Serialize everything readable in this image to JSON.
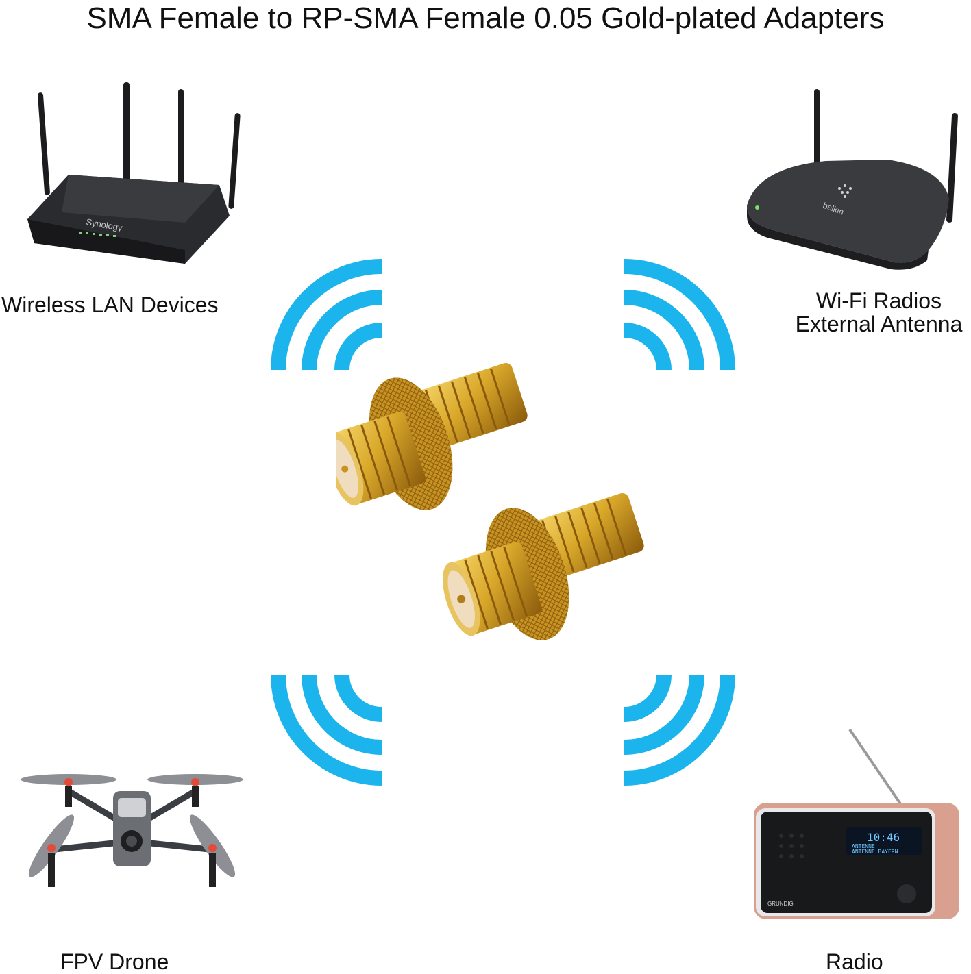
{
  "title": "SMA Female to RP-SMA Female 0.05 Gold-plated Adapters",
  "devices": {
    "wireless_lan": {
      "label": "Wireless LAN Devices",
      "brand": "Synology"
    },
    "wifi_radio": {
      "label_line1": "Wi-Fi Radios",
      "label_line2": "External Antenna",
      "brand": "belkin"
    },
    "fpv_drone": {
      "label": "FPV Drone"
    },
    "radio": {
      "label": "Radio",
      "brand": "GRUNDIG",
      "display_time": "10:46",
      "display_line1": "ANTENNE",
      "display_line2": "ANTENNE BAYERN"
    }
  },
  "colors": {
    "signal_wave": "#1cb4ec",
    "gold": "#d9a82a",
    "router_body": "#2a2b2e",
    "radio_case": "#d9a090"
  },
  "icons": [
    "router-icon",
    "wifi-router-icon",
    "drone-icon",
    "radio-icon",
    "signal-wave-icon",
    "adapter-icon"
  ]
}
